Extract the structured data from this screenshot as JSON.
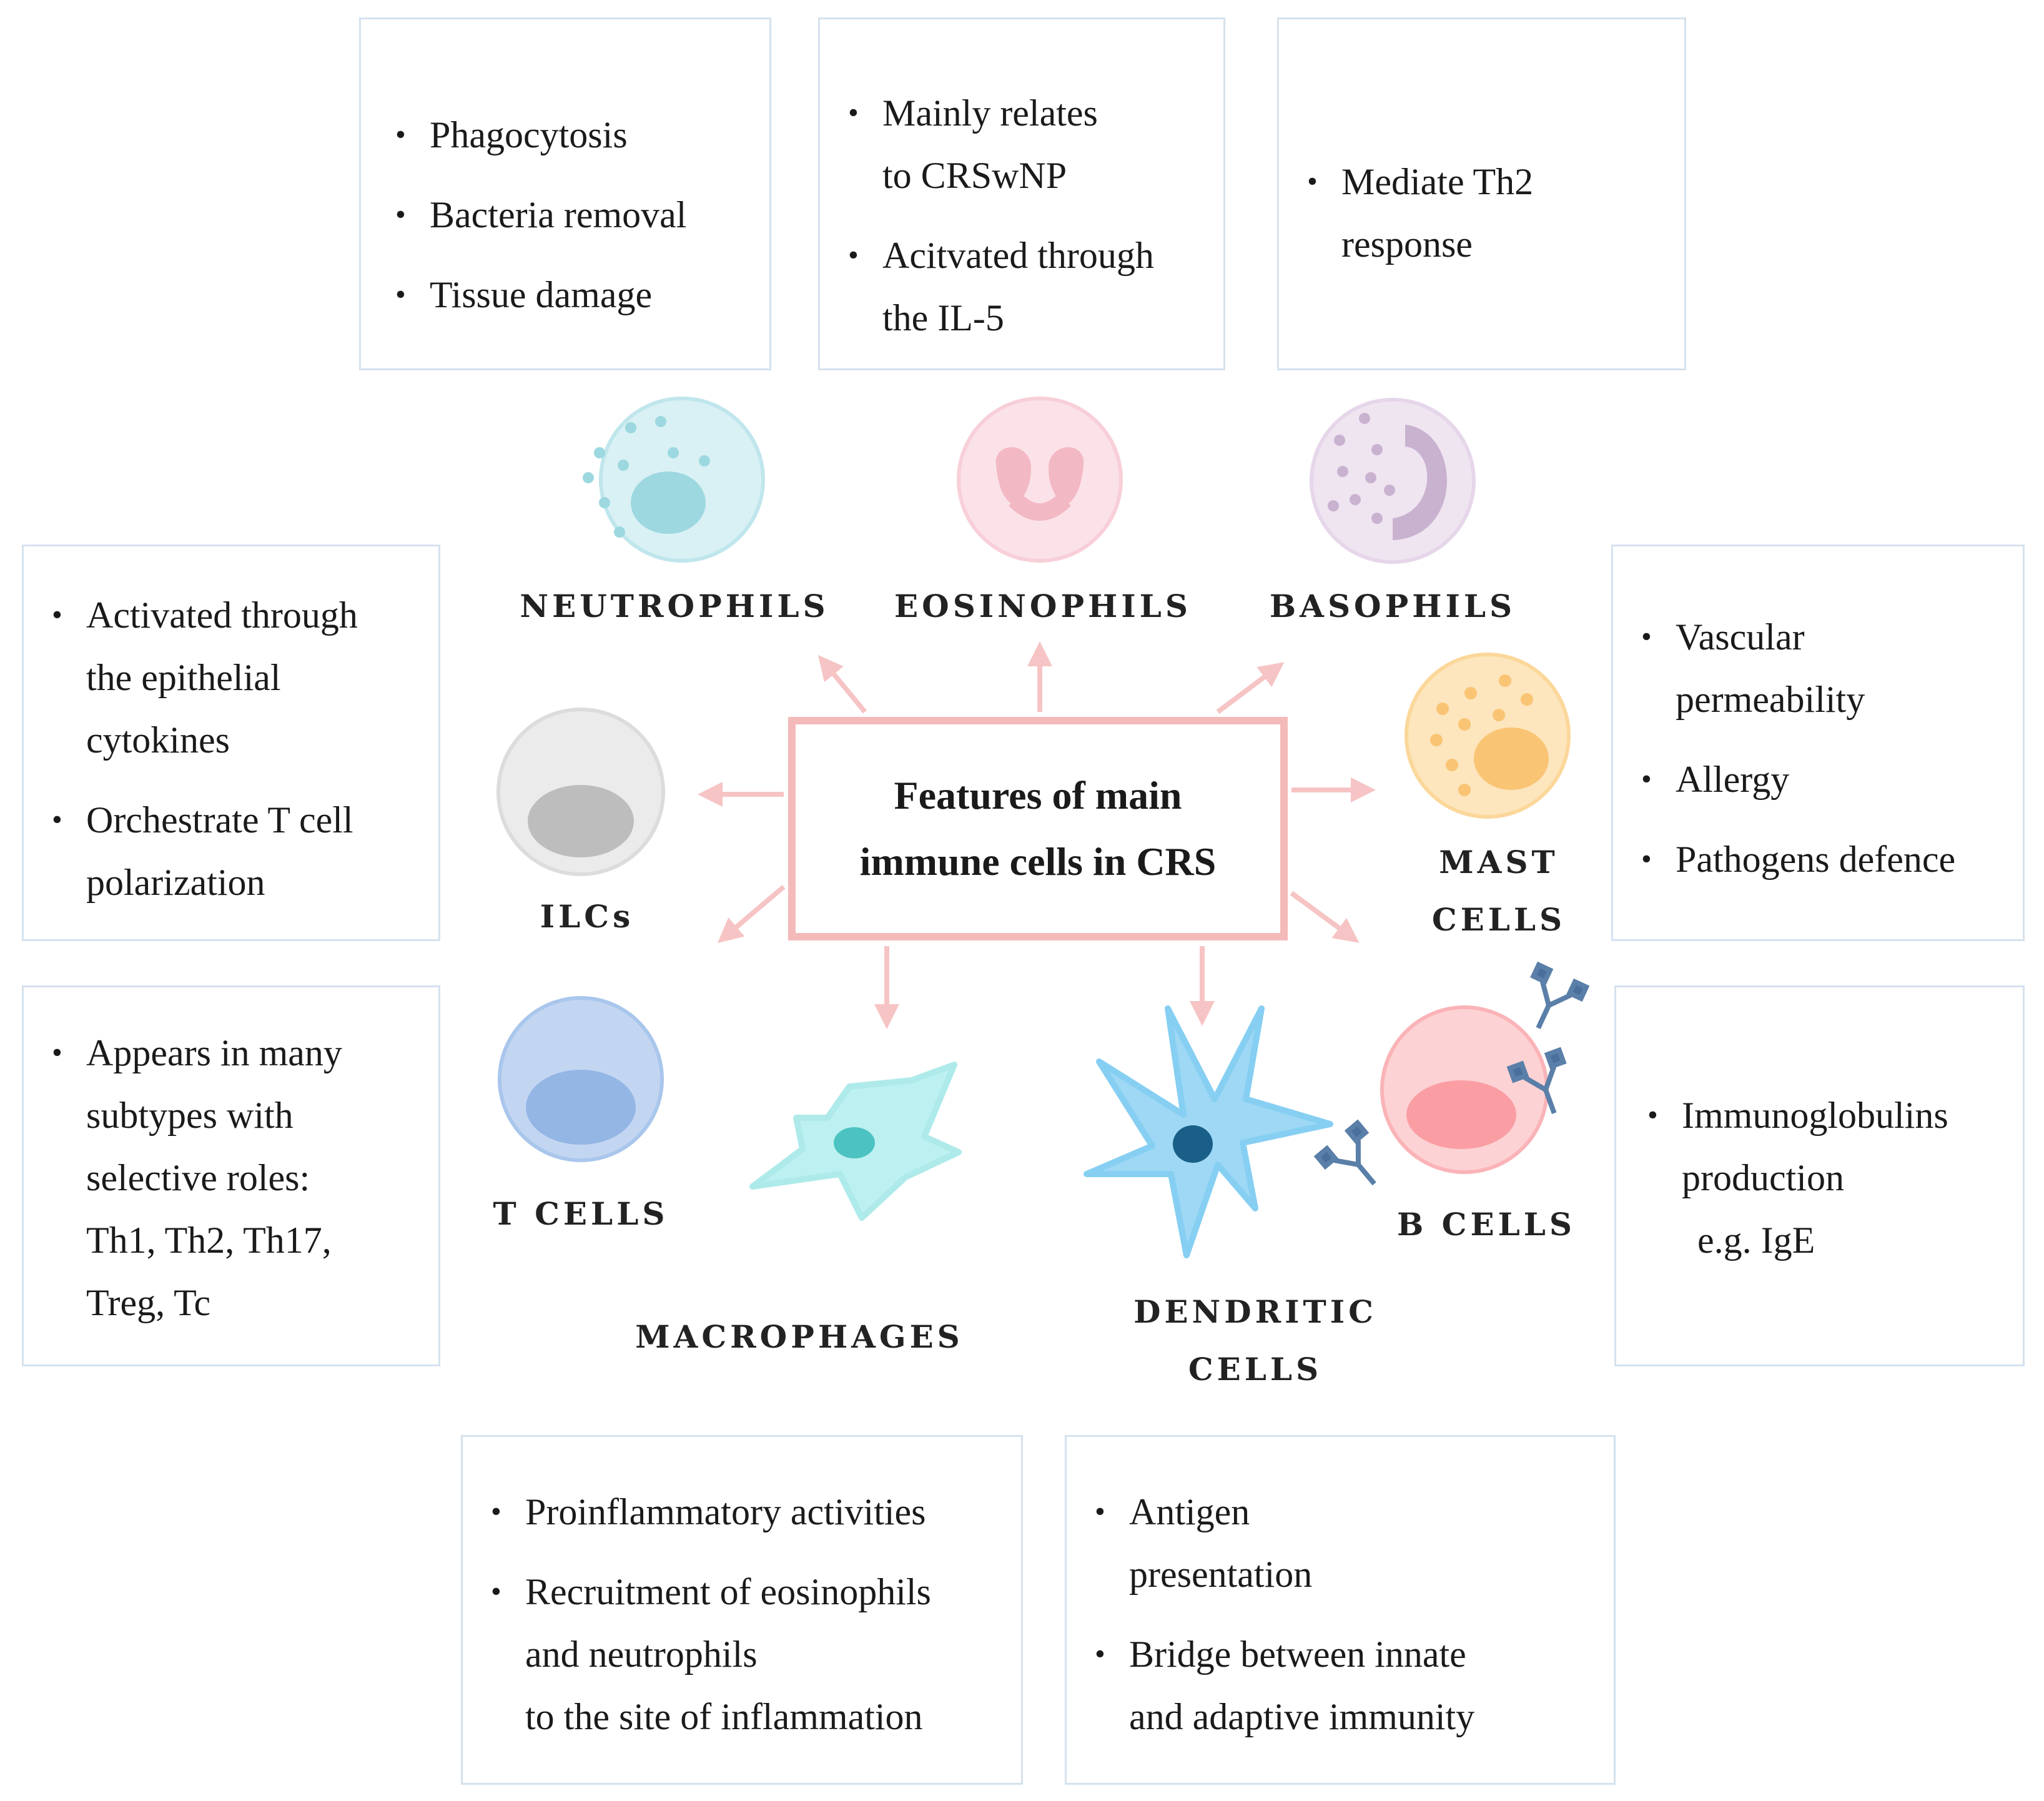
{
  "center_title": "Features of main\nimmune cells in CRS",
  "cells": {
    "neutrophils": "NEUTROPHILS",
    "eosinophils": "EOSINOPHILS",
    "basophils": "BASOPHILS",
    "ilcs": "ILCs",
    "mast_cells": "MAST\nCELLS",
    "t_cells": "T CELLS",
    "macrophages": "MACROPHAGES",
    "dendritic_cells": "DENDRITIC\nCELLS",
    "b_cells": "B CELLS"
  },
  "boxes": {
    "neutrophils": [
      "Phagocytosis",
      "Bacteria removal",
      "Tissue damage"
    ],
    "eosinophils": [
      "Mainly relates\nto CRSwNP",
      "Acitvated through\nthe IL-5"
    ],
    "basophils": [
      "Mediate Th2\nresponse"
    ],
    "ilcs": [
      "Activated through\nthe epithelial\ncytokines",
      "Orchestrate T cell\npolarization"
    ],
    "mast_cells": [
      "Vascular\npermeability",
      "Allergy",
      "Pathogens defence"
    ],
    "t_cells": [
      "Appears in many\nsubtypes with\nselective roles:\nTh1, Th2, Th17,\nTreg, Tc"
    ],
    "b_cells": [
      "Immunoglobulins\nproduction"
    ],
    "b_cells_note": "e.g. IgE",
    "macrophages": [
      "Proinflammatory activities",
      "Recruitment of eosinophils\nand neutrophils\nto the site of inflammation"
    ],
    "dendritic_cells": [
      " Antigen\npresentation",
      "Bridge between innate\nand adaptive immunity"
    ]
  },
  "colors": {
    "box_border": "#d5e2ee",
    "center_border": "#f4b9b9",
    "arrow": "#f6c4c4",
    "neutrophil": "#bfe6ec",
    "eosinophil": "#f8cfd8",
    "basophil": "#e6d6ea",
    "ilc": "#dcdcdc",
    "mast": "#fbd79a",
    "t_cell": "#a9c6ec",
    "b_cell": "#fab3b7",
    "macrophage": "#aeeaea",
    "dendritic": "#86cff2"
  }
}
